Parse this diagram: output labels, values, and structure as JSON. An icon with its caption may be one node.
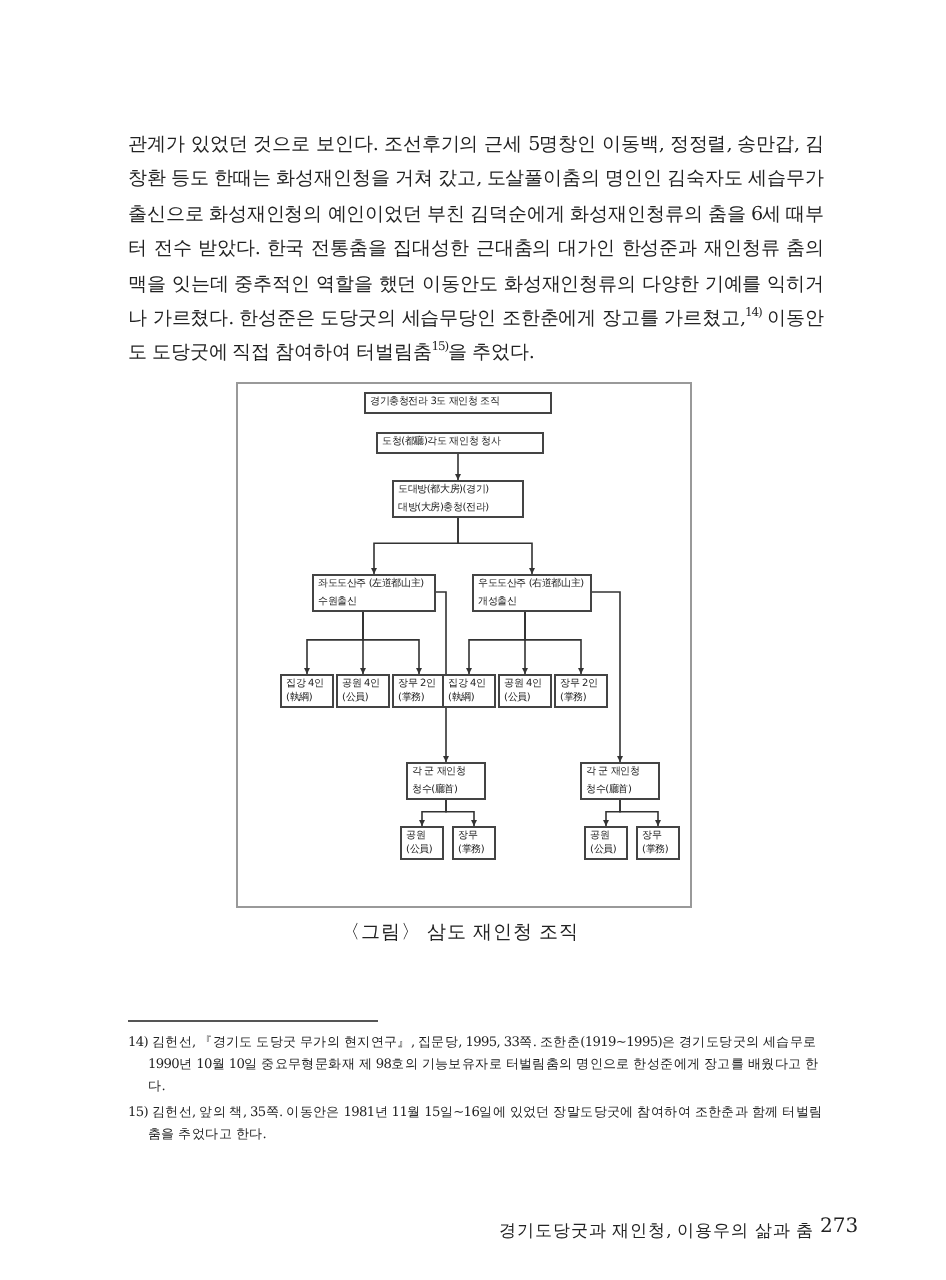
{
  "diagram": {
    "caption": "〈그림〉 삼도 재인청 조직",
    "nodes": [
      {
        "text": [
          "경기충청전라 3도 재인청 조직"
        ]
      },
      {
        "text": [
          "도청(都廳)각도 재인청 청사"
        ]
      },
      {
        "text": [
          "도대방(都大房)(경기)",
          "대방(大房)충청(전라)"
        ]
      },
      {
        "text": [
          "좌도도산주 (左道都山主)",
          "수원출신"
        ]
      },
      {
        "text": [
          "우도도산주 (右道都山主)",
          "개성출신"
        ]
      },
      {
        "text": [
          "집강 4인 (執綱)"
        ]
      },
      {
        "text": [
          "공원 4인 (公員)"
        ]
      },
      {
        "text": [
          "장무 2인 (掌務)"
        ]
      },
      {
        "text": [
          "집강 4인 (執綱)"
        ]
      },
      {
        "text": [
          "공원 4인 (公員)"
        ]
      },
      {
        "text": [
          "장무 2인 (掌務)"
        ]
      },
      {
        "text": [
          "각 군 재인청",
          "청수(廳首)"
        ]
      },
      {
        "text": [
          "각 군 재인청",
          "청수(廳首)"
        ]
      },
      {
        "text": [
          "공원 (公員)"
        ]
      },
      {
        "text": [
          "장무 (掌務)"
        ]
      },
      {
        "text": [
          "공원 (公員)"
        ]
      },
      {
        "text": [
          "장무 (掌務)"
        ]
      }
    ],
    "edges": [
      {
        "from": 1,
        "to": 2,
        "arrow": "to"
      },
      {
        "from": 2,
        "to": 3,
        "arrow": "to"
      },
      {
        "from": 2,
        "to": 4,
        "arrow": "to"
      },
      {
        "from": 3,
        "to": 5,
        "arrow": "to"
      },
      {
        "from": 3,
        "to": 6,
        "arrow": "to"
      },
      {
        "from": 3,
        "to": 7,
        "arrow": "to"
      },
      {
        "from": 3,
        "to": 11,
        "arrow": "to"
      },
      {
        "from": 4,
        "to": 8,
        "arrow": "to"
      },
      {
        "from": 4,
        "to": 9,
        "arrow": "to"
      },
      {
        "from": 4,
        "to": 10,
        "arrow": "to"
      },
      {
        "from": 4,
        "to": 12,
        "arrow": "to"
      },
      {
        "from": 11,
        "to": 13,
        "arrow": "to"
      },
      {
        "from": 11,
        "to": 14,
        "arrow": "to"
      },
      {
        "from": 12,
        "to": 15,
        "arrow": "to"
      },
      {
        "from": 12,
        "to": 16,
        "arrow": "to"
      }
    ],
    "labels": [
      "관계가 있었던 것으로 보인다. 조선후기의 근세 5명창인 이동백, 정정렬, 송만갑, 김창환 등도 한때는 화성재인청을 거쳐 갔고, 도살풀이춤의 명인인 김숙자도 세습무가 출신으로 화성재인청의 예인이었던 부친 김덕순에게 화성재인청류의 춤을 6세 때부터 전수 받았다. 한국 전통춤을 집대성한 근대춤의 대가인 한성준과 재인청류 춤의 맥을 잇는데 중추적인 역할을 했던 이동안도 화성재인청류의 다양한 기예를 익히거나 가르쳤다. 한성준은 도당굿의 세습무당인 조한춘에게 장고를 가르쳤고,$^{14)}$ 이동안도 도당굿에 직접 참여하여 터벌림춤$^{15)}$을 추었다.",
      "14) 김헌선, 『경기도 도당굿 무가의 현지연구』, 집문당, 1995, 33쪽. 조한춘(1919~1995)은 경기도당굿의 세습무로 1990년 10월 10일 중요무형문화재 제 98호의 기능보유자로 터벌림춤의 명인으로 한성준에게 장고를 배웠다고 한다.",
      "15) 김헌선, 앞의 책, 35쪽. 이동안은 1981년 11월 15일~16일에 있었던 장말도당굿에 참여하여 조한춘과 함께 터벌림춤을 추었다고 한다.",
      "경기도당굿과 재인청, 이용우의 삶과 춤",
      "273"
    ]
  }
}
